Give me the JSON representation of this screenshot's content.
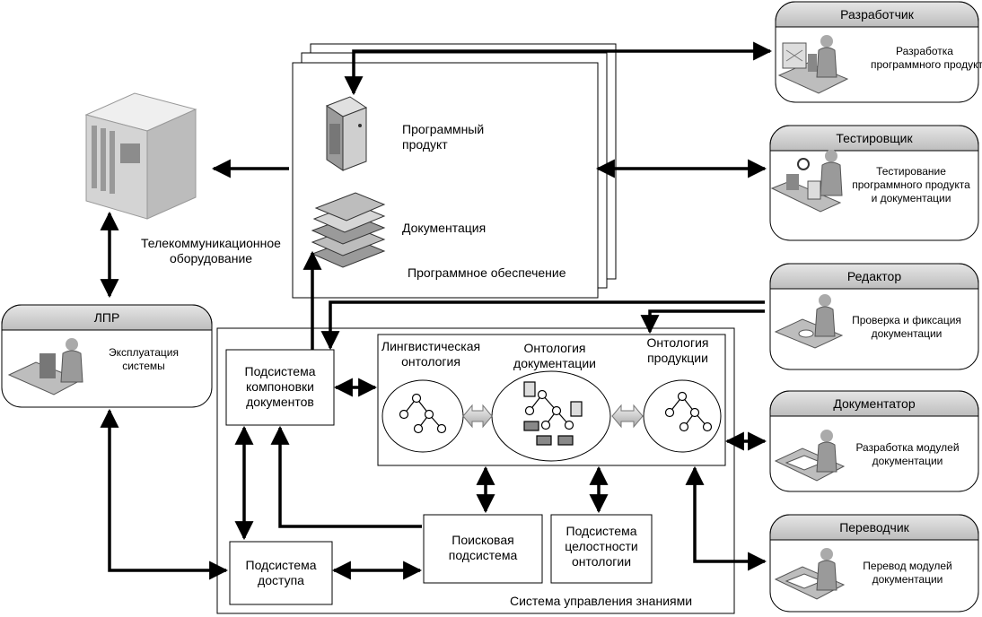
{
  "software": {
    "product": "Программный\nпродукт",
    "documentation": "Документация",
    "title": "Программное обеспечение"
  },
  "telecom": "Телекоммуникационное\nоборудование",
  "kms": {
    "title": "Система управления знаниями",
    "layout_subsystem": "Подсистема\nкомпоновки\nдокументов",
    "access_subsystem": "Подсистема\nдоступа",
    "search_subsystem": "Поисковая\nподсистема",
    "integrity_subsystem": "Подсистема\nцелостности\nонтологии",
    "ontologies": {
      "linguistic": "Лингвистическая\nонтология",
      "documentation": "Онтология\nдокументации",
      "products": "Онтология\nпродукции"
    }
  },
  "roles": [
    {
      "title": "Разработчик",
      "desc": "Разработка\nпрограммного продукта"
    },
    {
      "title": "Тестировщик",
      "desc": "Тестирование\nпрограммного продукта\nи документации"
    },
    {
      "title": "Редактор",
      "desc": "Проверка и фиксация\nдокументации"
    },
    {
      "title": "Документатор",
      "desc": "Разработка модулей\nдокументации"
    },
    {
      "title": "Переводчик",
      "desc": "Перевод модулей\nдокументации"
    }
  ],
  "lpr": {
    "title": "ЛПР",
    "desc": "Эксплуатация\nсистемы"
  }
}
